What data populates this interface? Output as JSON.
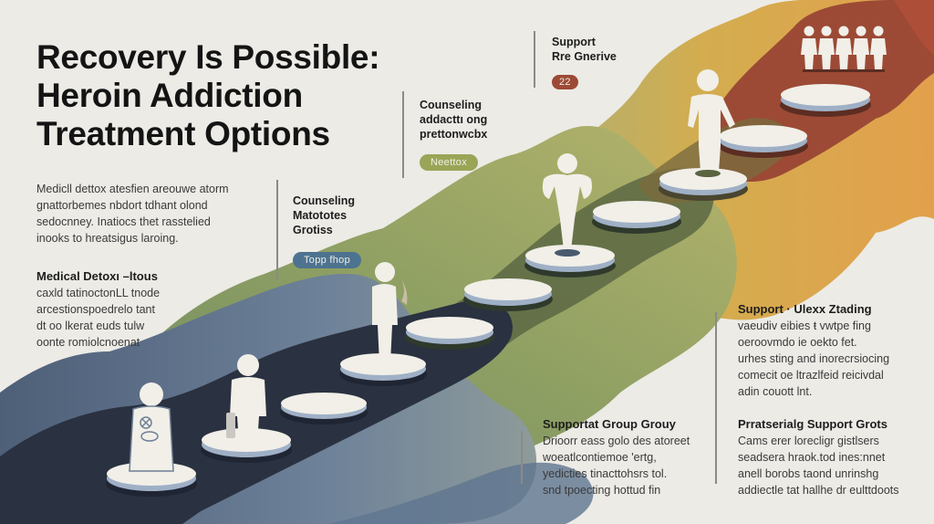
{
  "title": {
    "lines": [
      "Recovery Is Possible:",
      "Heroin Addiction",
      "Treatment Options"
    ]
  },
  "intro": {
    "lines": [
      "Medicll dettox atesfien areouwe atorm",
      "gnattorbemes nbdort tdhant olond",
      "sedocnney. Inatiocs  thet rasstelied",
      "inooks to hreatsigus laroing."
    ]
  },
  "medical_detox": {
    "heading": "Medical Detoxı  –ltous",
    "lines": [
      "caxld tatinoctonLL tnode",
      "arcestionspoedrelo tant",
      "dt oo lkerat euds tulw",
      "oonte romiolcnoenat"
    ]
  },
  "callouts": [
    {
      "lines": [
        "Counseling",
        "Matototes",
        "Grotiss"
      ],
      "pill": "Topp fhop",
      "pill_color": "#4d7390"
    },
    {
      "lines": [
        "Counseling",
        "addacttı ong",
        "prettonwcbx"
      ],
      "pill": "Neettox",
      "pill_color": "#9aa557"
    },
    {
      "lines": [
        "Support",
        "Rre Gnerive"
      ],
      "pill": "22",
      "pill_color": "#9c4a35"
    }
  ],
  "support_right": {
    "heading": "Support  · Ulexx Ztading",
    "lines": [
      "vaeudiv  eibies ŧ vwtpe fing",
      "oeroovmdo ie oekto fet.",
      "urhes sting and inorecrsiocing",
      "comecit oe ltrazlfeid reicivdal",
      "adin couott lnt."
    ]
  },
  "support_group": {
    "heading": "Supportat Group Grouy",
    "lines": [
      "Drioorr eass golo des atoreet",
      "woeatlcontiemoe 'ertg,",
      "yedicties tinacttohsrs tol.",
      "snd tpoecting hottud fin"
    ]
  },
  "peer_support": {
    "heading": "Prratserialg Support Grots",
    "lines": [
      "Cams erer lorecligr gistlsers",
      "seadsera hraok.tod ines:nnet",
      "anell borobs taond unrinshg",
      "addiectle tat hallhe dr eulttdoots"
    ]
  },
  "colors": {
    "background": "#ecebe6",
    "dark_navy": "#2a3140",
    "slate_blue": "#5f7590",
    "olive_green": "#8f9f62",
    "dark_olive": "#5a6440",
    "mustard": "#d4a64a",
    "orange": "#e0a04e",
    "rust": "#9c4a35",
    "figure_white": "#f1efe8",
    "disc_edge": "#9fb0c6"
  },
  "icons": {
    "figures": [
      "person-with-x-figure",
      "person-with-bag-figure",
      "person-with-smoke-figure",
      "person-stretching-figure",
      "person-walking-figure",
      "group-holding-hands-figure"
    ]
  }
}
